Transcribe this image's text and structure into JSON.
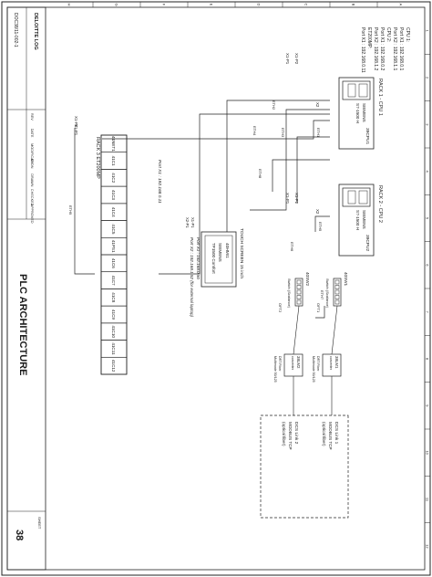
{
  "title_block": {
    "company": "DELOITTE LOG",
    "doc_number": "DOC38/11-002-1",
    "drawing_title": "PLC ARCHITECTURE",
    "sheet_number": "38",
    "sheet_label": "SHEET",
    "fields": [
      "REV",
      "DATE",
      "MODIFICATION",
      "BY",
      "DRAWN",
      "CHECKED",
      "APPROVED"
    ]
  },
  "ip_table": {
    "lines": [
      "CPU 1:",
      "Port X1 : 192.168.0.1",
      "Port X2 : 192.168.1.1",
      "CPU 2:",
      "Port X1 : 192.168.0.2",
      "Port X2 : 192.168.1.2",
      "ET200MP:",
      "Port X1 : 192.168.0.11"
    ]
  },
  "rack1": {
    "title": "RACK 1 - CPU 1",
    "module_brand": "SIEMENS",
    "module_model": "S7-1500 H",
    "cpu_label": "39CPU1",
    "port_x1p2": "X1-P2",
    "port_x1p1": "X1-P1",
    "port_x2": "X2"
  },
  "rack2": {
    "title": "RACK 2 - CPU 2",
    "module_brand": "SIEMENS",
    "module_model": "S7-1500 H",
    "cpu_label": "39CPU2",
    "port_x1p2": "X1-P2",
    "port_x1p1": "X1-P1",
    "port_x2": "X2"
  },
  "rack3": {
    "title": "RACK 3 ET200MP",
    "ip": "Port X1 : 192.168.0.11",
    "port_x1p2": "X1-P2",
    "port_x1p1": "X1-P1",
    "modules": [
      "41NET1",
      "41C1",
      "41C2",
      "41C3",
      "41C4",
      "41C5",
      "41PS1",
      "41C6",
      "41C7",
      "41C8",
      "41C9",
      "41C10",
      "41C11",
      "41C12"
    ]
  },
  "hmi": {
    "title": "TOUCH SCREEN 15 inch",
    "name": "40HMI1",
    "brand": "SIEMENS",
    "model": "TP1500 Comfort",
    "ip_x1": "Port X1 : 192.168.0.50",
    "ip_x2": "Port X2 : 192.168.1.52 (for external laptop)",
    "port_x1": "X1-P1",
    "port_x2": "X2-P1"
  },
  "cables": [
    "ETH1",
    "ETH2",
    "ETH3",
    "ETH4",
    "ETH5",
    "ETH6",
    "ETH7",
    "ETH8",
    "ETH9"
  ],
  "switches": [
    {
      "name": "40SW1",
      "desc": "Switch (Scalance)",
      "fo_label": "OFT1"
    },
    {
      "name": "40SW2",
      "desc": "Switch (Scalance)",
      "fo_label": "OFT2"
    }
  ],
  "converters": [
    {
      "name": "38LM1",
      "lines": [
        "converter",
        "DRT Fiber",
        "Multimode 50/125"
      ]
    },
    {
      "name": "38LM2",
      "lines": [
        "converter",
        "DRT Fiber",
        "Multimode 50/125"
      ]
    }
  ],
  "dcs_links": [
    {
      "name": "DCS Link 1",
      "protocol": "MODBUS TCP",
      "medium": "(optical fiber)"
    },
    {
      "name": "DCS Link 2",
      "protocol": "MODBUS TCP",
      "medium": "(optical fiber)"
    }
  ],
  "grid": {
    "columns": [
      "1",
      "2",
      "3",
      "4",
      "5",
      "6",
      "7",
      "8",
      "9",
      "10",
      "11",
      "12"
    ],
    "rows": [
      "A",
      "B",
      "C",
      "D",
      "E",
      "F",
      "G",
      "H"
    ]
  }
}
